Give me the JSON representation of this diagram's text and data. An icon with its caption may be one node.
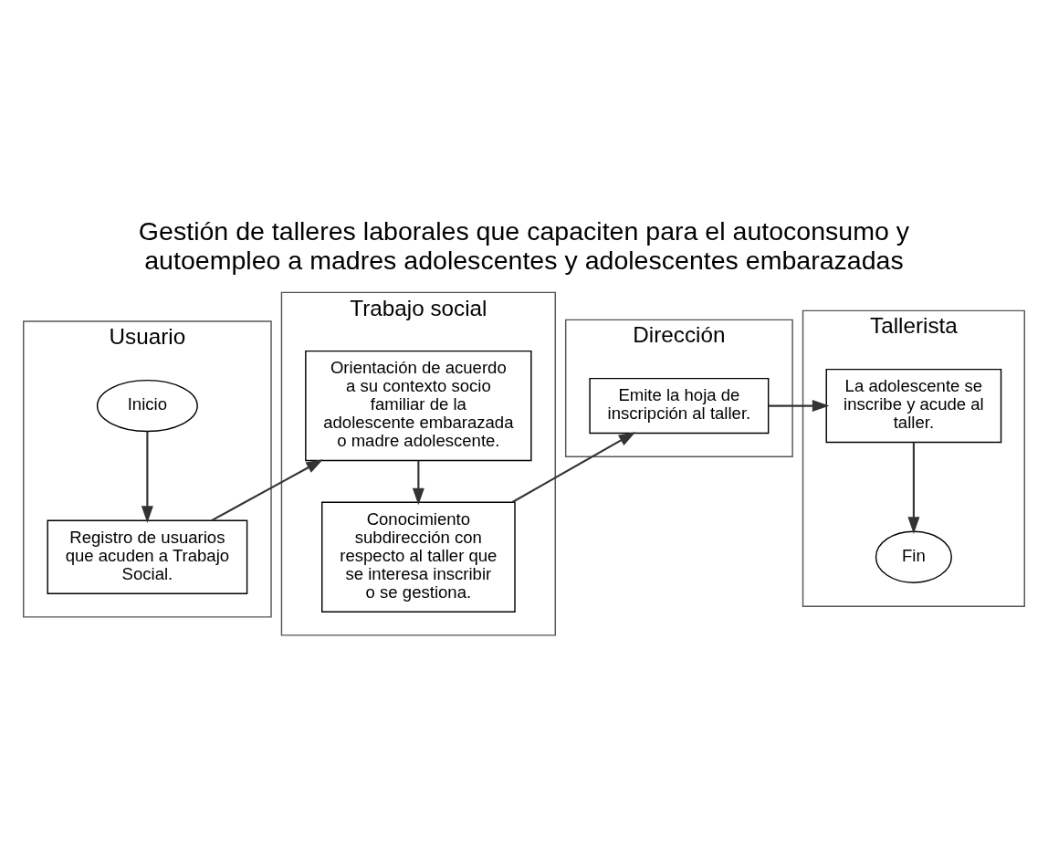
{
  "diagram": {
    "title": "Gestión de talleres laborales que capaciten para el autoconsumo y autoempleo a madres adolescentes y adolescentes embarazadas",
    "nodes": [
      {
        "text": [
          "Usuario"
        ]
      },
      {
        "text": [
          "Trabajo social"
        ]
      },
      {
        "text": [
          "Dirección"
        ]
      },
      {
        "text": [
          "Tallerista"
        ]
      },
      {
        "text": [
          "Inicio"
        ],
        "in": 0
      },
      {
        "text": [
          "Registro de usuarios que acuden a Trabajo Social."
        ],
        "in": 0
      },
      {
        "text": [
          "Orientación de acuerdo a su contexto socio familiar de la adolescente embarazada o madre adolescente."
        ],
        "in": 1
      },
      {
        "text": [
          "Conocimiento subdirección con respecto al taller que se interesa inscribir o se gestiona."
        ],
        "in": 1
      },
      {
        "text": [
          "Emite la hoja de inscripción al taller."
        ],
        "in": 2
      },
      {
        "text": [
          "La adolescente se inscribe y acude al taller."
        ],
        "in": 3
      },
      {
        "text": [
          "Fin"
        ],
        "in": 3
      }
    ],
    "edges": [
      {
        "from": 4,
        "to": 5,
        "arrow": "to"
      },
      {
        "from": 5,
        "to": 6,
        "arrow": "to"
      },
      {
        "from": 6,
        "to": 7,
        "arrow": "to"
      },
      {
        "from": 7,
        "to": 8,
        "arrow": "to"
      },
      {
        "from": 8,
        "to": 9,
        "arrow": "to"
      },
      {
        "from": 9,
        "to": 10,
        "arrow": "to"
      }
    ]
  }
}
